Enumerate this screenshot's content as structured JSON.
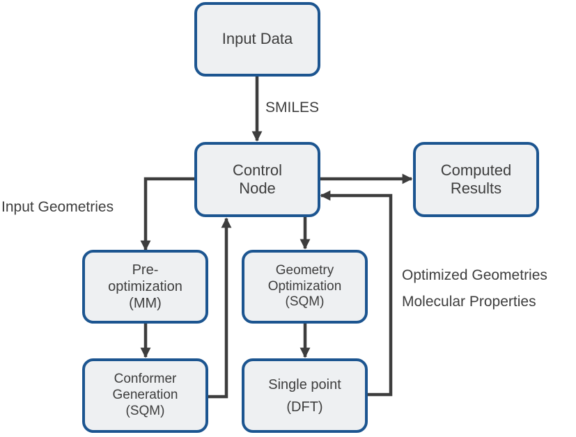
{
  "nodes": {
    "input_data": {
      "lines": [
        "Input Data"
      ]
    },
    "control_node": {
      "lines": [
        "Control",
        "Node"
      ]
    },
    "computed_results": {
      "lines": [
        "Computed",
        "Results"
      ]
    },
    "pre_optimization": {
      "lines": [
        "Pre-",
        "optimization",
        "(MM)"
      ]
    },
    "geometry_optimization": {
      "lines": [
        "Geometry",
        "Optimization",
        "(SQM)"
      ]
    },
    "conformer_generation": {
      "lines": [
        "Conformer",
        "Generation",
        "(SQM)"
      ]
    },
    "single_point": {
      "lines": [
        "Single point",
        "(DFT)"
      ]
    }
  },
  "labels": {
    "smiles": "SMILES",
    "input_geometries": "Input Geometries",
    "optimized_geometries": "Optimized Geometries",
    "molecular_properties": "Molecular Properties"
  },
  "colors": {
    "box_border": "#1c5590",
    "box_fill": "#eef0f2",
    "arrow": "#3d3d3d",
    "text": "#3d3d3d"
  }
}
